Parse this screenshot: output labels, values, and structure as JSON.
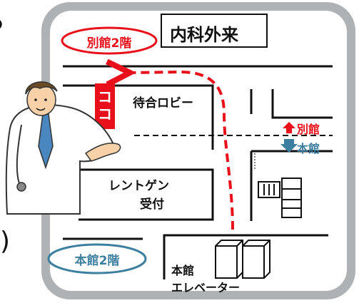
{
  "map": {
    "title": "内科外来",
    "annex_floor": "別館2階",
    "main_floor": "本館2階",
    "marker": "ココ",
    "waiting_lobby": "待合ロビー",
    "xray_line1": "レントゲン",
    "xray_line2": "受付",
    "elevator_line1": "本館",
    "elevator_line2": "エレベーター",
    "direction_up": "別館",
    "direction_down": "本館"
  },
  "edge_text": {
    "top_left": "。",
    "bottom_left": ")"
  },
  "colors": {
    "annex_red": "#e8101a",
    "main_blue": "#3d7fa0",
    "frame_gray": "#aeb2b4",
    "path_red": "#e8101a"
  }
}
